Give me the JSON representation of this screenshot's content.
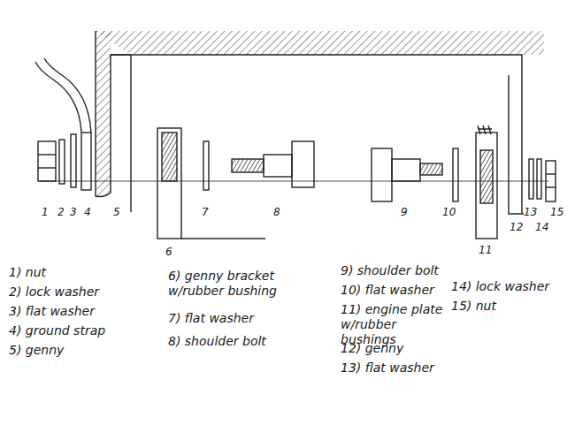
{
  "diagram": {
    "labels": [
      "1",
      "2",
      "3",
      "4",
      "5",
      "6",
      "7",
      "8",
      "9",
      "10",
      "11",
      "12",
      "13",
      "14",
      "15",
      "1) nut",
      "2) lock washer",
      "3) flat washer",
      "4) ground strap",
      "5) genny",
      "6) genny bracket w/rubber bushing",
      "7) flat washer",
      "8) shoulder bolt",
      "9) shoulder bolt",
      "10) flat washer",
      "11) engine plate w/rubber bushings",
      "12) genny",
      "13) flat washer",
      "14) lock washer",
      "15) nut"
    ]
  }
}
